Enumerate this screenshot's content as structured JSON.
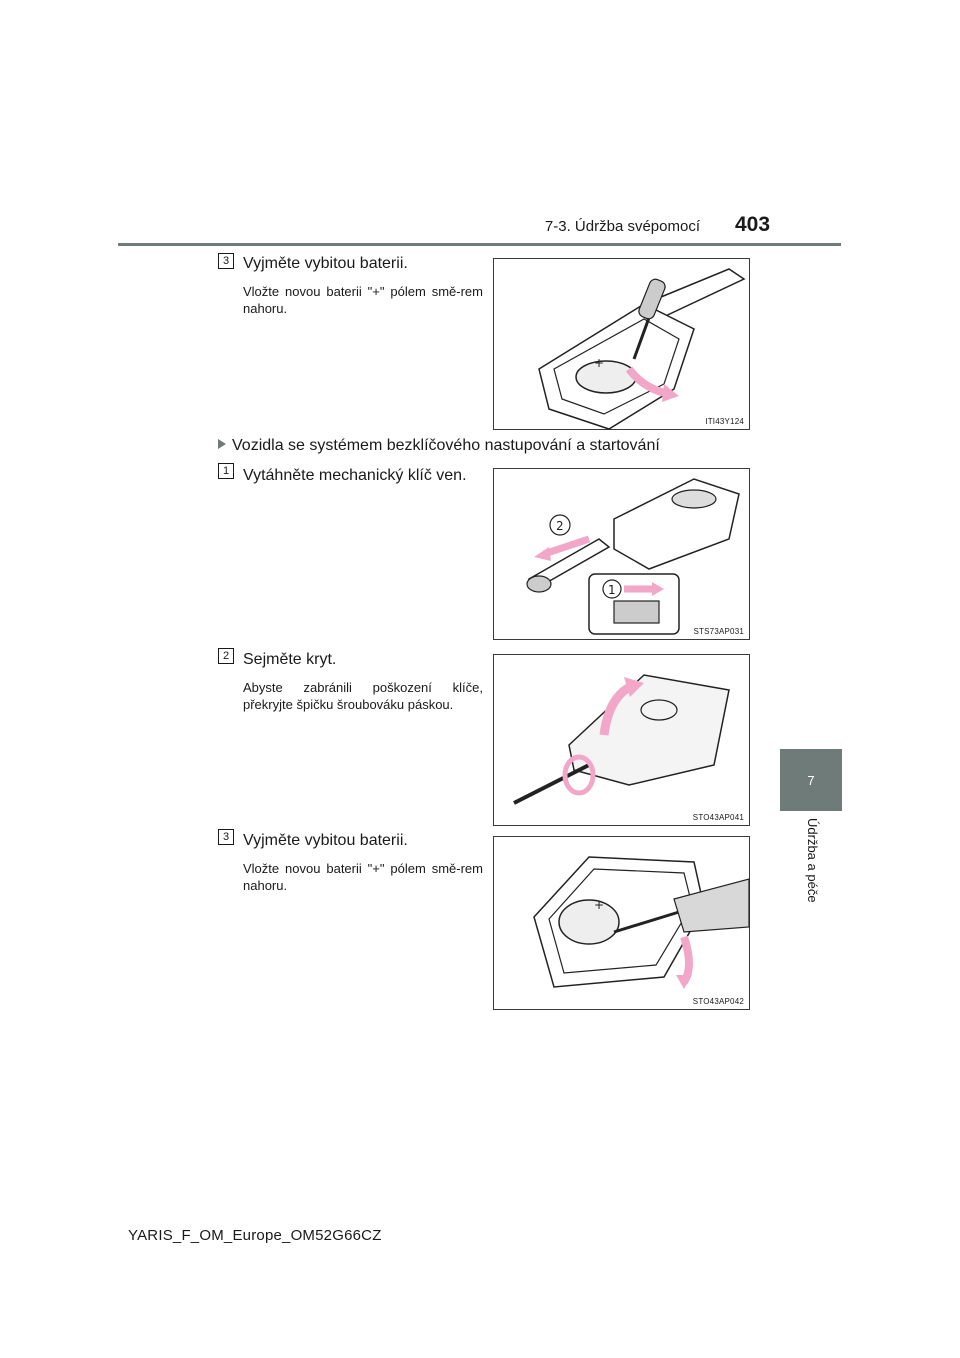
{
  "header": {
    "section_title": "7-3. Údržba svépomocí",
    "page_number": "403"
  },
  "side_tab": {
    "chapter_number": "7",
    "chapter_title": "Údržba a péče"
  },
  "steps_top": [
    {
      "number": "3",
      "title": "Vyjměte vybitou baterii.",
      "note": "Vložte novou baterii \"+\" pólem smě-rem nahoru.",
      "figure_code": "ITI43Y124"
    }
  ],
  "subheading": "Vozidla se systémem bezklíčového nastupování a startování",
  "steps_bottom": [
    {
      "number": "1",
      "title": "Vytáhněte mechanický klíč ven.",
      "note": "",
      "figure_code": "STS73AP031",
      "callouts": [
        "2",
        "1"
      ]
    },
    {
      "number": "2",
      "title": "Sejměte kryt.",
      "note": "Abyste zabránili poškození klíče, překryjte špičku šroubováku páskou.",
      "figure_code": "STO43AP041"
    },
    {
      "number": "3",
      "title": "Vyjměte vybitou baterii.",
      "note": "Vložte novou baterii \"+\" pólem smě-rem nahoru.",
      "figure_code": "STO43AP042"
    }
  ],
  "footer": "YARIS_F_OM_Europe_OM52G66CZ",
  "colors": {
    "accent_gray": "#6e7b78",
    "arrow_pink": "#f2a6c8"
  }
}
